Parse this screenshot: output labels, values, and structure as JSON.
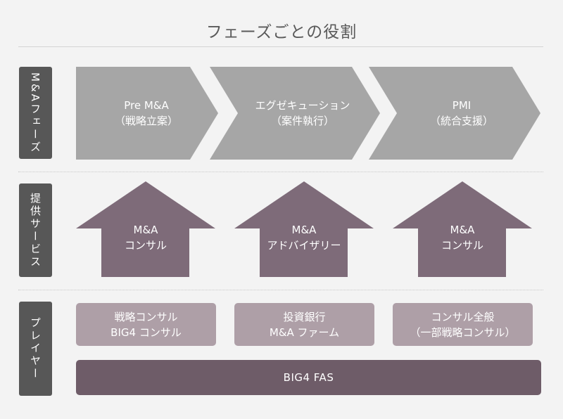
{
  "title": "フェーズごとの役割",
  "row_labels": {
    "phase": "M&Aフェーズ",
    "service": "提供サービス",
    "player": "プレイヤー"
  },
  "phases": [
    {
      "name": "Pre M&A",
      "sub": "（戦略立案）"
    },
    {
      "name": "エグゼキューション",
      "sub": "（案件執行）"
    },
    {
      "name": "PMI",
      "sub": "（統合支援）"
    }
  ],
  "services": [
    {
      "line1": "M&A",
      "line2": "コンサル"
    },
    {
      "line1": "M&A",
      "line2": "アドバイザリー"
    },
    {
      "line1": "M&A",
      "line2": "コンサル"
    }
  ],
  "players": [
    {
      "line1": "戦略コンサル",
      "line2": "BIG4 コンサル"
    },
    {
      "line1": "投資銀行",
      "line2": "M&A ファーム"
    },
    {
      "line1": "コンサル全般",
      "line2": "（一部戦略コンサル）"
    }
  ],
  "bottom_bar": "BIG4 FAS",
  "colors": {
    "background": "#f3f3f3",
    "row_label": "#575757",
    "phase_chevron": "#a6a6a6",
    "service_arrow": "#7e6b79",
    "player_box": "#ae9fa7",
    "bottom_bar": "#6e5c68"
  }
}
